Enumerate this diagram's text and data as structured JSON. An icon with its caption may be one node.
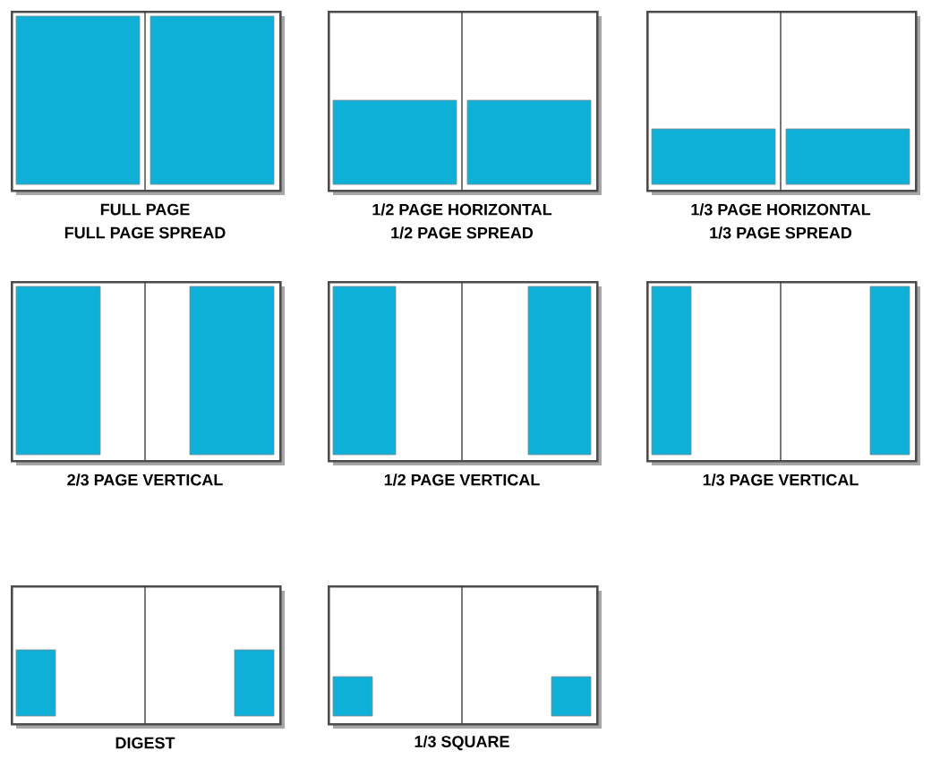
{
  "diagram": {
    "nodes": [
      {
        "text": [
          "FULL PAGE",
          "FULL PAGE SPREAD"
        ]
      },
      {
        "text": [
          "1/2 PAGE HORIZONTAL",
          "1/2 PAGE SPREAD"
        ]
      },
      {
        "text": [
          "1/3 PAGE HORIZONTAL",
          "1/3 PAGE SPREAD"
        ]
      },
      {
        "text": [
          "2/3 PAGE VERTICAL"
        ]
      },
      {
        "text": [
          "1/2 PAGE VERTICAL"
        ]
      },
      {
        "text": [
          "1/3 PAGE VERTICAL"
        ]
      },
      {
        "text": [
          "DIGEST"
        ]
      },
      {
        "text": [
          "1/3 SQUARE"
        ]
      }
    ]
  }
}
